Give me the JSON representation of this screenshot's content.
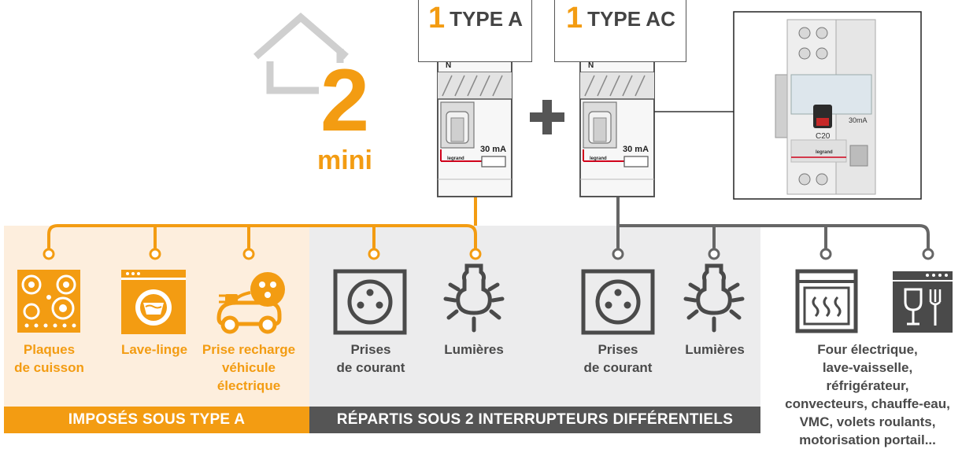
{
  "colors": {
    "orange": "#f39c12",
    "dark_gray": "#555555",
    "light_orange_bg": "#fdeedd",
    "light_gray_bg": "#ececed"
  },
  "minimum": {
    "number": "2",
    "caption": "mini"
  },
  "breakers": [
    {
      "count": "1",
      "type": "TYPE A",
      "pole_label": "N",
      "rating": "30 mA",
      "brand": "legrand"
    },
    {
      "count": "1",
      "type": "TYPE AC",
      "pole_label": "N",
      "rating": "30 mA",
      "brand": "legrand"
    }
  ],
  "plus_sign": "+",
  "photo": {
    "rating": "30mA",
    "model": "C20",
    "brand": "legrand"
  },
  "circuits": [
    {
      "label": "Plaques\nde cuisson",
      "icon": "cooktop-icon",
      "breaker": "TYPE A"
    },
    {
      "label": "Lave-linge",
      "icon": "washing-machine-icon",
      "breaker": "TYPE A"
    },
    {
      "label": "Prise recharge\nvéhicule\nélectrique",
      "icon": "ev-charging-icon",
      "breaker": "TYPE A"
    },
    {
      "label": "Prises\nde courant",
      "icon": "socket-icon",
      "breaker": "TYPE A"
    },
    {
      "label": "Lumières",
      "icon": "light-bulb-icon",
      "breaker": "TYPE A"
    },
    {
      "label": "Prises\nde courant",
      "icon": "socket-icon",
      "breaker": "TYPE AC"
    },
    {
      "label": "Lumières",
      "icon": "light-bulb-icon",
      "breaker": "TYPE AC"
    },
    {
      "label": "Four électrique,\nlave-vaisselle,\nréfrigérateur,\nconvecteurs, chauffe-eau,\nVMC, volets roulants,\nmotorisation portail...",
      "icon": "oven-dishwasher-icon",
      "breaker": "TYPE AC"
    }
  ],
  "banners": {
    "imposed": "IMPOSÉS SOUS TYPE A",
    "distributed": "RÉPARTIS SOUS 2 INTERRUPTEURS DIFFÉRENTIELS"
  }
}
